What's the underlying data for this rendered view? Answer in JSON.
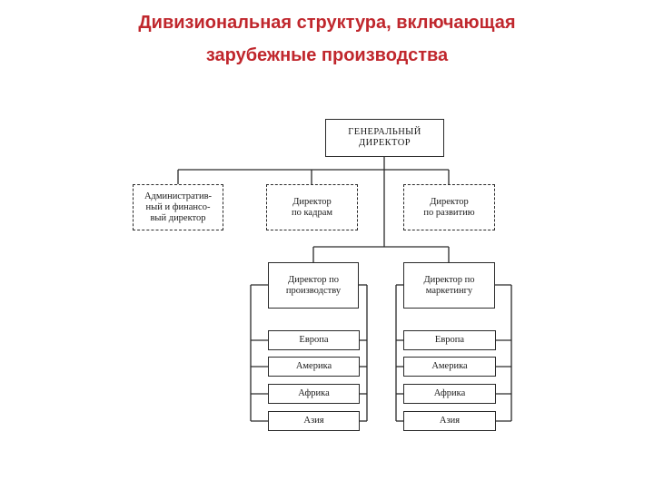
{
  "title": {
    "line1": "Дивизиональная структура, включающая",
    "line2": "зарубежные производства"
  },
  "chart": {
    "general_director": "ГЕНЕРАЛЬНЫЙ\nДИРЕКТОР",
    "staff": [
      "Административ-\nный и финансо-\nвый директор",
      "Директор\nпо кадрам",
      "Директор\nпо развитию"
    ],
    "divisions": [
      {
        "director": "Директор по\nпроизводству",
        "regions": [
          "Европа",
          "Америка",
          "Африка",
          "Азия"
        ]
      },
      {
        "director": "Директор по\nмаркетингу",
        "regions": [
          "Европа",
          "Америка",
          "Африка",
          "Азия"
        ]
      }
    ]
  }
}
